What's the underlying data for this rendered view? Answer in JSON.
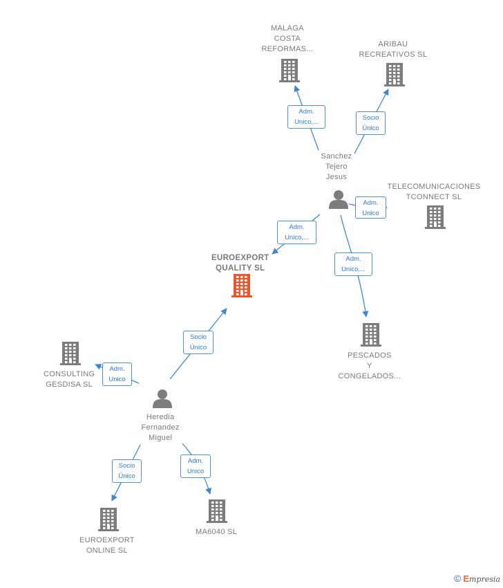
{
  "colors": {
    "company": "#7d7d7d",
    "focus_company": "#e8582b",
    "person": "#7d7d7d",
    "edge": "#3c87d4",
    "label_text": "#7a7a7a"
  },
  "nodes": [
    {
      "id": "euroexport_quality",
      "type": "company",
      "focus": true,
      "label_lines": [
        "EUROEXPORT",
        "QUALITY  SL"
      ]
    },
    {
      "id": "malaga",
      "type": "company",
      "label_lines": [
        "MALAGA",
        "COSTA",
        "REFORMAS..."
      ]
    },
    {
      "id": "aribau",
      "type": "company",
      "label_lines": [
        "ARIBAU",
        "RECREATIVOS SL"
      ]
    },
    {
      "id": "telecom",
      "type": "company",
      "label_lines": [
        "TELECOMUNICACIONES",
        "TCONNECT  SL"
      ]
    },
    {
      "id": "pescados",
      "type": "company",
      "label_lines": [
        "PESCADOS",
        "Y",
        "CONGELADOS..."
      ]
    },
    {
      "id": "consulting",
      "type": "company",
      "label_lines": [
        "CONSULTING",
        "GESDISA SL"
      ]
    },
    {
      "id": "euroexport_online",
      "type": "company",
      "label_lines": [
        "EUROEXPORT",
        "ONLINE  SL"
      ]
    },
    {
      "id": "ma6040",
      "type": "company",
      "label_lines": [
        "MA6040 SL"
      ]
    },
    {
      "id": "sanchez",
      "type": "person",
      "label_lines": [
        "Sanchez",
        "Tejero",
        "Jesus"
      ]
    },
    {
      "id": "heredia",
      "type": "person",
      "label_lines": [
        "Heredia",
        "Fernandez",
        "Miguel"
      ]
    }
  ],
  "edges": [
    {
      "from": "sanchez",
      "to": "malaga",
      "label_lines": [
        "Adm.",
        "Unico,..."
      ]
    },
    {
      "from": "sanchez",
      "to": "aribau",
      "label_lines": [
        "Socio",
        "Único"
      ]
    },
    {
      "from": "sanchez",
      "to": "telecom",
      "label_lines": [
        "Adm.",
        "Unico"
      ]
    },
    {
      "from": "sanchez",
      "to": "euroexport_quality",
      "label_lines": [
        "Adm.",
        "Unico,..."
      ]
    },
    {
      "from": "sanchez",
      "to": "pescados",
      "label_lines": [
        "Adm.",
        "Unico,..."
      ]
    },
    {
      "from": "heredia",
      "to": "euroexport_quality",
      "label_lines": [
        "Socio",
        "Único"
      ]
    },
    {
      "from": "heredia",
      "to": "consulting",
      "label_lines": [
        "Adm.",
        "Unico"
      ]
    },
    {
      "from": "heredia",
      "to": "euroexport_online",
      "label_lines": [
        "Socio",
        "Único"
      ]
    },
    {
      "from": "heredia",
      "to": "ma6040",
      "label_lines": [
        "Adm.",
        "Unico"
      ]
    }
  ],
  "footer": {
    "copyright_symbol": "©",
    "brand_initial": "E",
    "brand_rest": "mpresia"
  }
}
